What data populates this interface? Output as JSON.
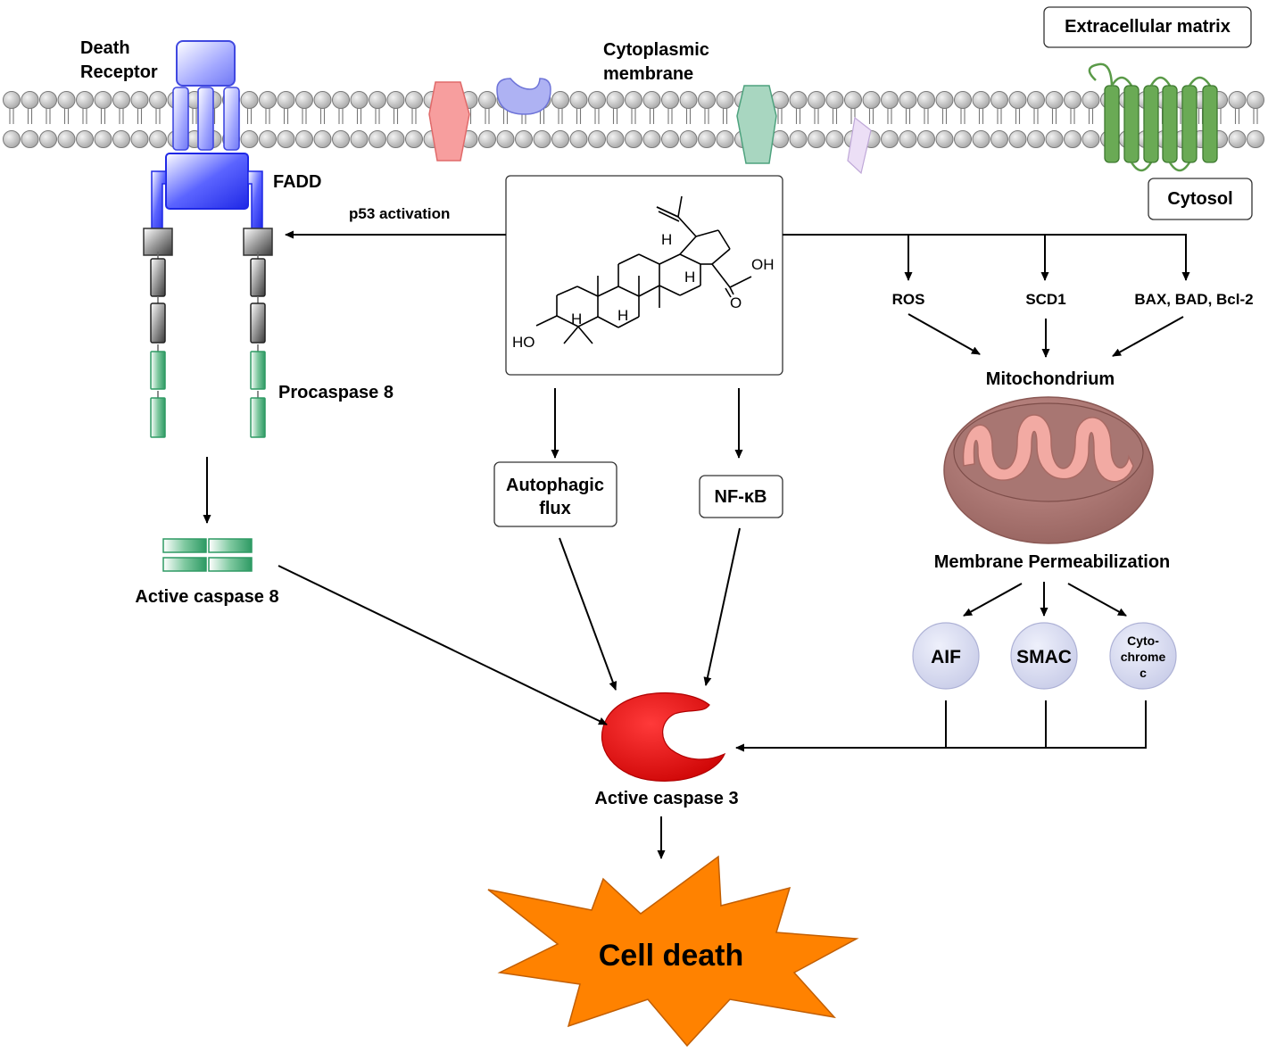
{
  "labels": {
    "death_receptor": [
      "Death",
      "Receptor"
    ],
    "cytoplasmic_membrane": [
      "Cytoplasmic",
      "membrane"
    ],
    "extracellular_matrix": "Extracellular matrix",
    "cytosol": "Cytosol",
    "fadd": "FADD",
    "p53_activation": "p53 activation",
    "procaspase8": "Procaspase 8",
    "active_caspase8": "Active caspase 8",
    "autophagic_flux": [
      "Autophagic",
      "flux"
    ],
    "nfkb": "NF-κB",
    "ros": "ROS",
    "scd1": "SCD1",
    "bax_bad_bcl2": "BAX, BAD, Bcl-2",
    "mitochondrion": "Mitochondrium",
    "membrane_permeabilization": "Membrane Permeabilization",
    "aif": "AIF",
    "smac": "SMAC",
    "cytochrome_c": [
      "Cyto-",
      "chrome",
      "c"
    ],
    "active_caspase3": "Active caspase 3",
    "cell_death": "Cell death"
  },
  "molecule": {
    "atoms": {
      "ho": "HO",
      "oh": "OH",
      "o": "O",
      "h1": "H",
      "h2": "H",
      "h3": "H",
      "h4": "H"
    }
  },
  "colors": {
    "death_receptor": "#7f86ff",
    "fadd": "#2a35ee",
    "procaspase_gray": "#7a7a7a",
    "procaspase_green": "#2e9a64",
    "caspase3": "#ee1111",
    "cell_death": "#ff8200",
    "mitochondrion_outer": "#b07c78",
    "mitochondrion_inner": "#f2aaa3",
    "factor_circle": "#d5d8ef",
    "membrane_head": "#c4c4c4",
    "gpcr": "#5a9a48"
  }
}
